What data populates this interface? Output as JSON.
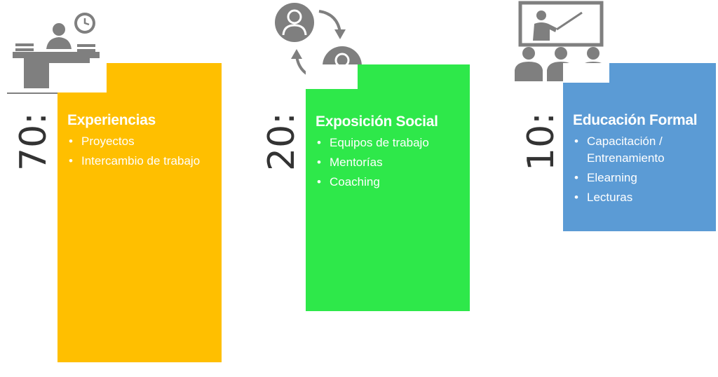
{
  "colors": {
    "orange": "#FFBF00",
    "green": "#2EE84A",
    "blue": "#5B9BD5",
    "icon_gray": "#7F7F7F"
  },
  "columns": [
    {
      "percent": "70:",
      "title": "Experiencias",
      "items": [
        "Proyectos",
        "Intercambio de trabajo"
      ],
      "icon": "desk-clock-icon"
    },
    {
      "percent": "20:",
      "title": "Exposición Social",
      "items": [
        "Equipos de trabajo",
        "Mentorías",
        "Coaching"
      ],
      "icon": "mentoring-cycle-icon"
    },
    {
      "percent": "10:",
      "title": "Educación Formal",
      "items": [
        "Capacitación / Entrenamiento",
        "Elearning",
        "Lecturas"
      ],
      "icon": "classroom-presentation-icon"
    }
  ]
}
